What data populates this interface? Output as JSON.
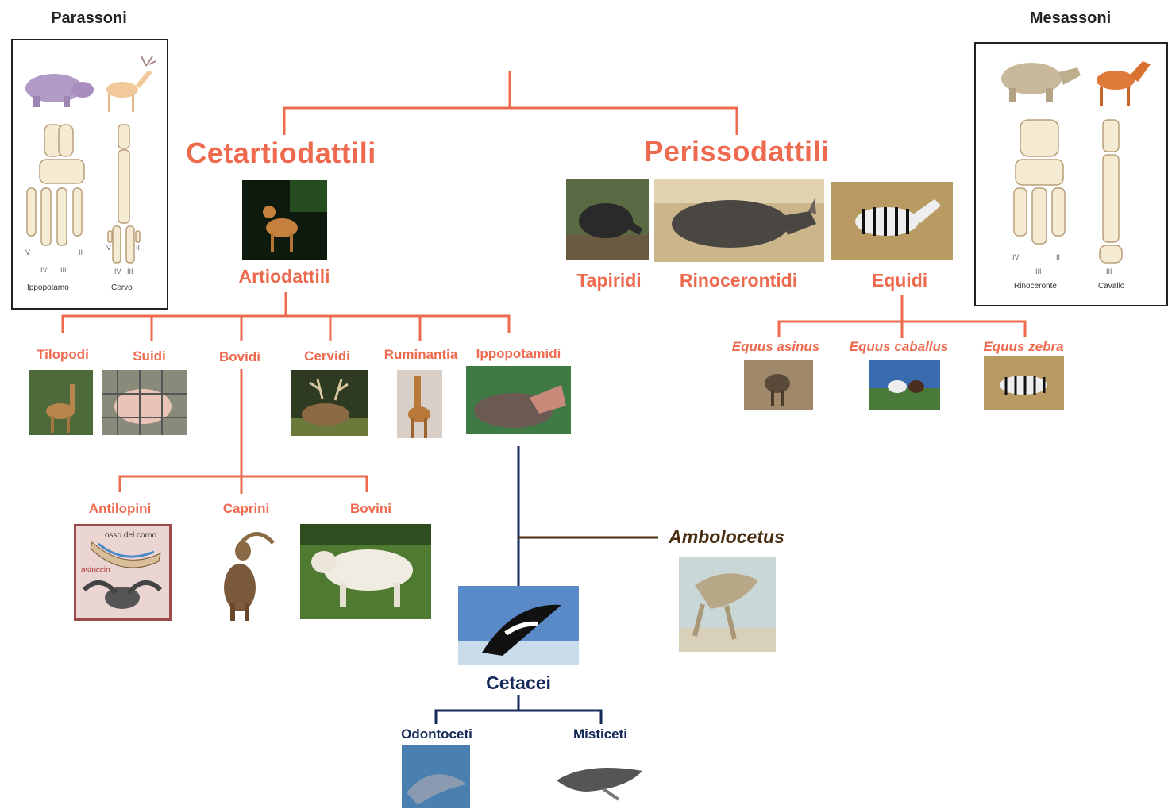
{
  "headers": {
    "parassoni": "Parassoni",
    "mesassoni": "Mesassoni"
  },
  "parassoni_panel": {
    "labels": [
      "Ippopotamo",
      "Cervo"
    ],
    "digits_left": [
      "V",
      "IV",
      "III",
      "II"
    ],
    "digits_right": [
      "V",
      "IV",
      "III",
      "II"
    ]
  },
  "mesassoni_panel": {
    "labels": [
      "Rinoceronte",
      "Cavallo"
    ],
    "digits_left": [
      "IV",
      "III",
      "II"
    ],
    "digits_right": [
      "III"
    ]
  },
  "orders": {
    "cetartiodattili": "Cetartiodattili",
    "perissodattili": "Perissodattili"
  },
  "artiodattili": {
    "title": "Artiodattili",
    "families": [
      "Tilopodi",
      "Suidi",
      "Bovidi",
      "Cervidi",
      "Ruminantia",
      "Ippopotamidi"
    ]
  },
  "bovidi_subfamilies": [
    "Antilopini",
    "Caprini",
    "Bovini"
  ],
  "antilopini_figure": {
    "label_horn_core": "osso del corno",
    "label_sheath": "astuccio"
  },
  "perissodattili_families": [
    "Tapiridi",
    "Rinocerontidi",
    "Equidi"
  ],
  "equus_species": [
    "Equus asinus",
    "Equus caballus",
    "Equus zebra"
  ],
  "whales": {
    "ambolocetus": "Ambolocetus",
    "cetacei": "Cetacei",
    "suborders": [
      "Odontoceti",
      "Misticeti"
    ]
  },
  "colors": {
    "salmon": "#ee6a4f",
    "navy": "#162a5a",
    "brown": "#4a2e12"
  }
}
